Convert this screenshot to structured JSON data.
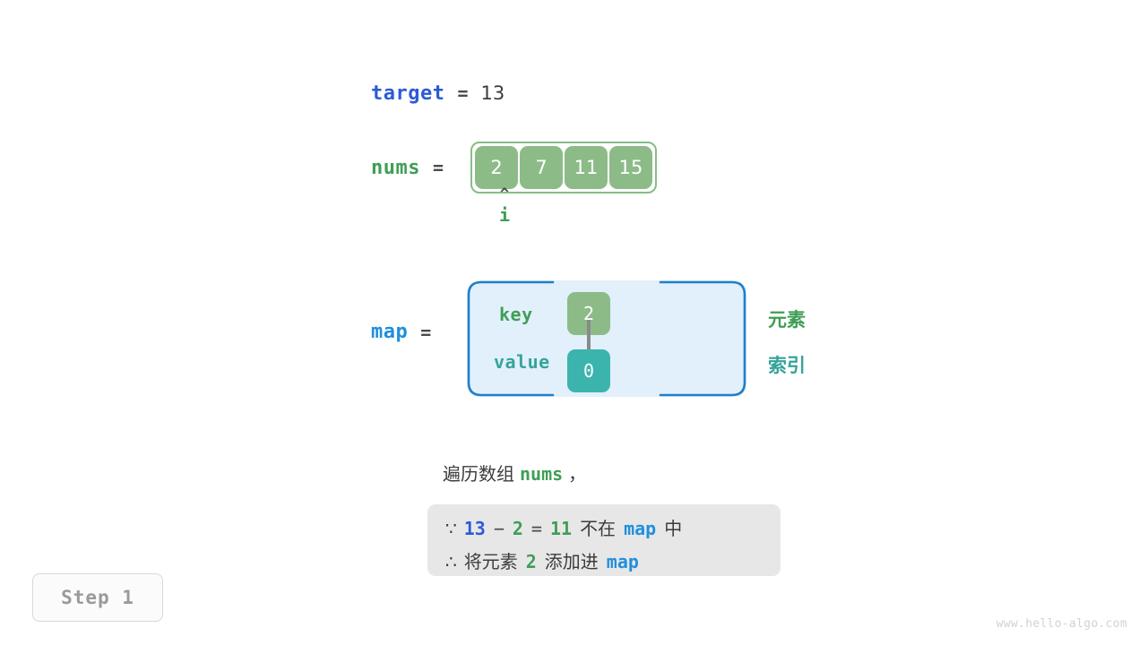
{
  "target": {
    "name": "target",
    "equals": "=",
    "value": "13"
  },
  "nums": {
    "name": "nums",
    "equals": "=",
    "cells": [
      "2",
      "7",
      "11",
      "15"
    ],
    "pointer": {
      "caret": "^",
      "label": "i",
      "at_index": 0
    }
  },
  "map": {
    "name": "map",
    "equals": "=",
    "key_label": "key",
    "value_label": "value",
    "entries": [
      {
        "key": "2",
        "value": "0"
      }
    ],
    "side_labels": {
      "element": "元素",
      "index": "索引"
    }
  },
  "caption": {
    "prefix": "遍历数组",
    "keyword": "nums",
    "suffix": "，"
  },
  "note": {
    "line1": {
      "symbol": "∵",
      "a": "13",
      "minus": "−",
      "b": "2",
      "eq": "=",
      "c": "11",
      "text": "不在",
      "map": "map",
      "tail": "中"
    },
    "line2": {
      "symbol": "∴",
      "text_before": "将元素",
      "num": "2",
      "text_after": "添加进",
      "map": "map"
    }
  },
  "step": {
    "label": "Step 1"
  },
  "watermark": "www.hello-algo.com",
  "colors": {
    "green": "#3f9e55",
    "cell_green": "#8cbb87",
    "teal": "#3cb4ae",
    "teal_text": "#36a39b",
    "blue_target": "#2a5bd7",
    "blue_map": "#1f8fdd",
    "box_fill": "#e2f0fb",
    "box_border": "#2080c8",
    "note_bg": "#e7e7e7",
    "gray_text": "#3c3c3c"
  }
}
